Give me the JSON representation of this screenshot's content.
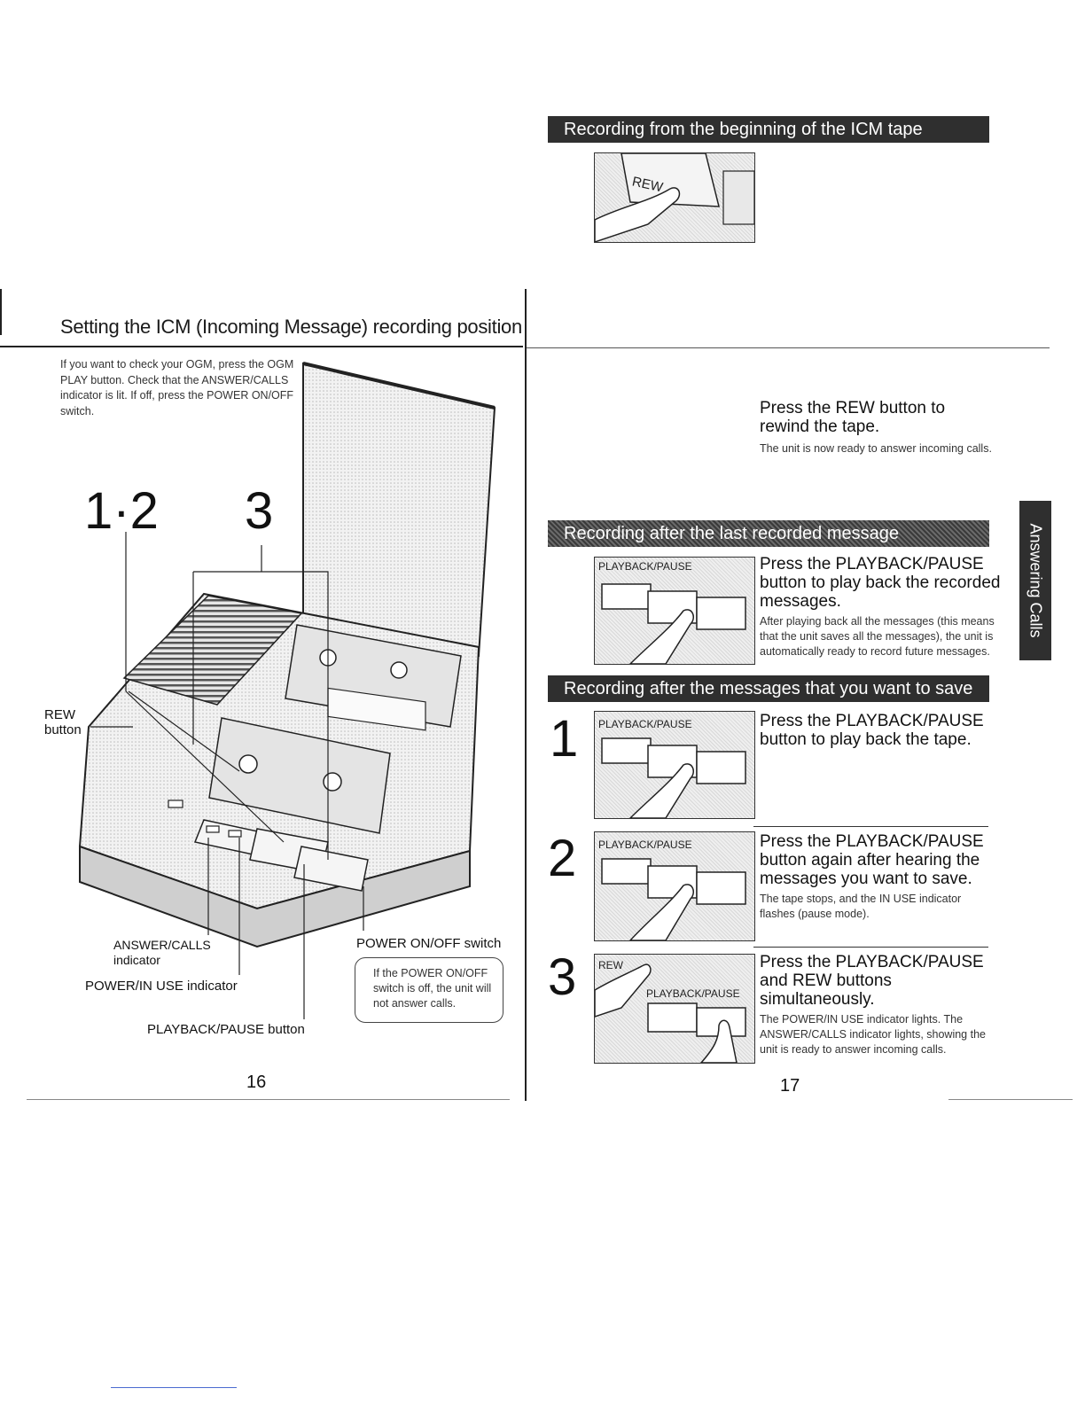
{
  "left_page": {
    "title": "Setting the ICM (Incoming Message) recording position",
    "intro": "If you want to check your OGM, press the OGM PLAY button. Check that the ANSWER/CALLS indicator is lit. If off, press the POWER ON/OFF switch.",
    "step_labels": [
      "1·2",
      "3"
    ],
    "callouts": {
      "rew_line1": "REW",
      "rew_line2": "button",
      "answer_calls_line1": "ANSWER/CALLS",
      "answer_calls_line2": "indicator",
      "power_in_use": "POWER/IN USE indicator",
      "playback_pause": "PLAYBACK/PAUSE button",
      "power_switch": "POWER ON/OFF switch"
    },
    "note_box": "If the POWER ON/OFF switch is off, the unit will not answer calls.",
    "page_number": "16"
  },
  "right_page": {
    "side_tab": "Answering Calls",
    "sections": [
      {
        "banner": "Recording from the beginning of the ICM tape",
        "photo_label": "REW",
        "title": "Press the REW button to rewind the tape.",
        "note": "The unit is now ready to answer incoming calls."
      },
      {
        "banner": "Recording after the last recorded message",
        "photo_label": "PLAYBACK/PAUSE",
        "title": "Press the PLAYBACK/PAUSE button to play back the recorded messages.",
        "note": "After playing back all the messages (this means that the unit saves all the messages), the unit is automatically ready to record future messages."
      },
      {
        "banner": "Recording after the messages that you want to save",
        "steps": [
          {
            "digit": "1",
            "photo_label": "PLAYBACK/PAUSE",
            "title": "Press the PLAYBACK/PAUSE button to play back the tape.",
            "note": ""
          },
          {
            "digit": "2",
            "photo_label": "PLAYBACK/PAUSE",
            "title": "Press the PLAYBACK/PAUSE button again after hearing the messages you want to save.",
            "note": "The tape stops, and the IN USE indicator flashes (pause mode)."
          },
          {
            "digit": "3",
            "photo_label_a": "REW",
            "photo_label_b": "PLAYBACK/PAUSE",
            "title": "Press the PLAYBACK/PAUSE and REW buttons simultaneously.",
            "note": "The POWER/IN USE indicator lights. The ANSWER/CALLS indicator lights, showing the unit is ready to answer incoming calls."
          }
        ]
      }
    ],
    "page_number": "17"
  }
}
